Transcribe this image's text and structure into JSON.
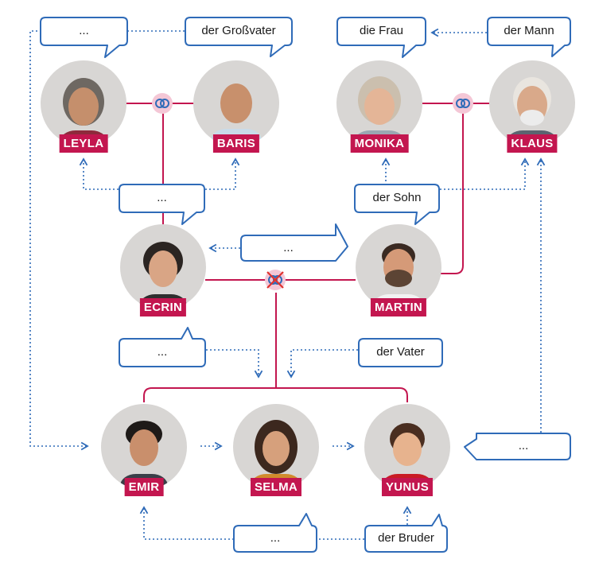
{
  "colors": {
    "accent": "#c3164f",
    "line": "#c3164f",
    "arrow": "#2f6bb8",
    "bubble_border": "#2f6bb8",
    "ring_bg": "#f4c7d6",
    "ring_fg": "#2f6bb8",
    "divorce_x": "#e0322e",
    "avatar_bg": "#d8d6d4"
  },
  "people": {
    "leyla": "LEYLA",
    "baris": "BARIS",
    "monika": "MONIKA",
    "klaus": "KLAUS",
    "ecrin": "ECRIN",
    "martin": "MARTIN",
    "emir": "EMIR",
    "selma": "SELMA",
    "yunus": "YUNUS"
  },
  "bubbles": {
    "top_left_blank": "...",
    "grossvater": "der Großvater",
    "frau": "die Frau",
    "mann": "der Mann",
    "grandparents_blank": "...",
    "sohn": "der Sohn",
    "ecrin_martin_blank": "...",
    "ecrin_children_blank": "...",
    "vater": "der Vater",
    "yunus_klaus_blank": "...",
    "emir_blank": "...",
    "bruder": "der Bruder"
  },
  "icons": {
    "marriage": "wedding-rings-icon",
    "divorce": "divorced-rings-icon"
  }
}
